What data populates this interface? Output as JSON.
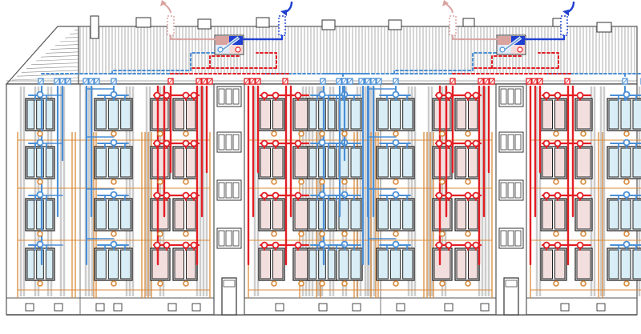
{
  "diagram": {
    "subject": "building-facade-ventilation-scheme",
    "colors": {
      "supply": "#e31e24",
      "extract": "#4a8fd6",
      "fresh_air_in": "#1f3fd0",
      "exhaust_out": "#d9a3a0",
      "return_pipe": "#d98a3a",
      "window_frame": "#222222",
      "glass_cold": "#d8edf5",
      "glass_warm": "#f3dede",
      "roof_line": "#888888",
      "facade_stroke": "#555555"
    },
    "icons": {
      "ventilation_unit": "heat-recovery-unit-icon",
      "fresh_air_arrow": "fresh-air-intake-arrow-icon",
      "exhaust_arrow": "exhaust-outlet-arrow-icon",
      "valve": "air-valve-icon",
      "radiator": "heating-node-icon"
    },
    "blocks": [
      {
        "id": "west"
      },
      {
        "id": "east"
      }
    ]
  }
}
